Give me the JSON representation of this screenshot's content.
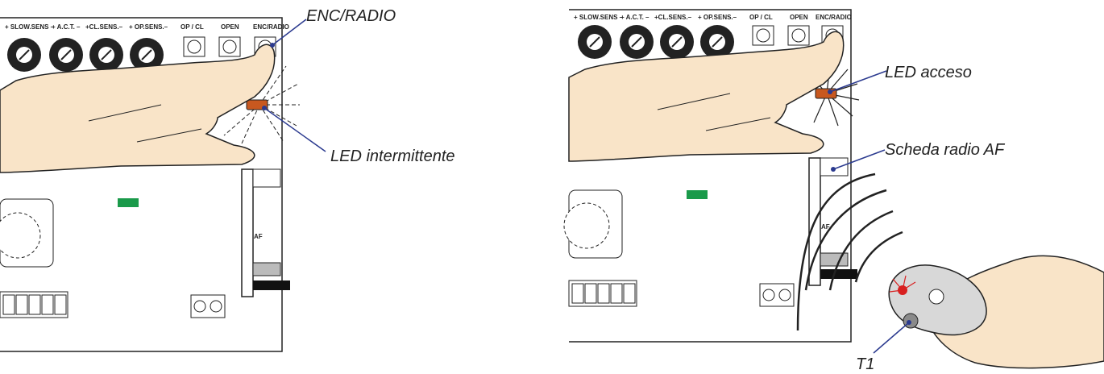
{
  "left_panel": {
    "headers": [
      "+ SLOW.SENS –",
      "+ A.C.T. –",
      "+CL.SENS.–",
      "+ OP.SENS.–",
      "OP / CL",
      "OPEN",
      "ENC/RADIO"
    ],
    "labels": {
      "button": "ENC/RADIO",
      "led": "LED intermittente"
    },
    "board_mark": "AF"
  },
  "right_panel": {
    "headers": [
      "+ SLOW.SENS –",
      "+ A.C.T. –",
      "+CL.SENS.–",
      "+ OP.SENS.–",
      "OP / CL",
      "OPEN",
      "ENC/RADIO"
    ],
    "labels": {
      "led": "LED acceso",
      "card": "Scheda radio AF",
      "remote": "T1"
    },
    "board_mark": "AF"
  },
  "colors": {
    "led": "#c8581f",
    "status_led": "#1a9a4a",
    "callout_line": "#2b3a8f",
    "skin": "#f9e4c8",
    "remote_led": "#d82020"
  }
}
